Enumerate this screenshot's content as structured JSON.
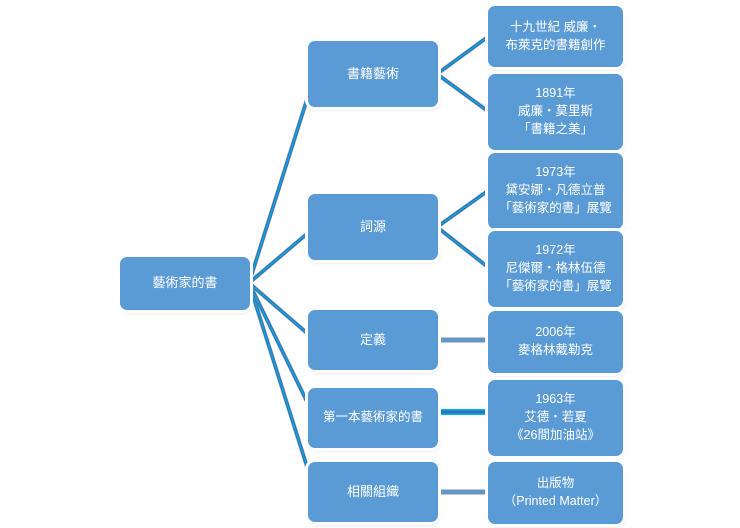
{
  "diagram": {
    "type": "mind-map",
    "title_node": "藝術家的書",
    "colors": {
      "node_fill": "#5B9BD5",
      "node_text": "#FFFFFF",
      "edge_primary": "#2E75B6",
      "edge_accent": "#00B0F0",
      "edge_muted": "#7F8EA0",
      "background": "#FFFFFF"
    },
    "root": {
      "id": "root",
      "lines": [
        "藝術家的書"
      ]
    },
    "branches": [
      {
        "id": "book-art",
        "lines": [
          "書籍藝術"
        ],
        "children": [
          {
            "id": "blake",
            "lines": [
              "十九世紀 威廉・",
              "布萊克的書籍創作"
            ]
          },
          {
            "id": "morris",
            "lines": [
              "1891年",
              "威廉・莫里斯",
              "「書籍之美」"
            ]
          }
        ]
      },
      {
        "id": "etymology",
        "lines": [
          "詞源"
        ],
        "children": [
          {
            "id": "vanderlip",
            "lines": [
              "1973年",
              "黛安娜・凡德立普",
              "「藝術家的書」展覽"
            ]
          },
          {
            "id": "greenwood",
            "lines": [
              "1972年",
              "尼傑爾・格林伍德",
              "「藝術家的書」展覽"
            ]
          }
        ]
      },
      {
        "id": "definition",
        "lines": [
          "定義"
        ],
        "children": [
          {
            "id": "drucker",
            "lines": [
              "2006年",
              "麥格林戴勒克"
            ]
          }
        ]
      },
      {
        "id": "first-book",
        "lines": [
          "第一本藝術家的書"
        ],
        "children": [
          {
            "id": "ruscha",
            "lines": [
              "1963年",
              "艾德・若夏",
              "《26間加油站》"
            ]
          }
        ]
      },
      {
        "id": "organizations",
        "lines": [
          "相關組織"
        ],
        "children": [
          {
            "id": "printed-matter",
            "lines": [
              "出版物",
              "（Printed Matter）"
            ]
          }
        ]
      }
    ]
  }
}
